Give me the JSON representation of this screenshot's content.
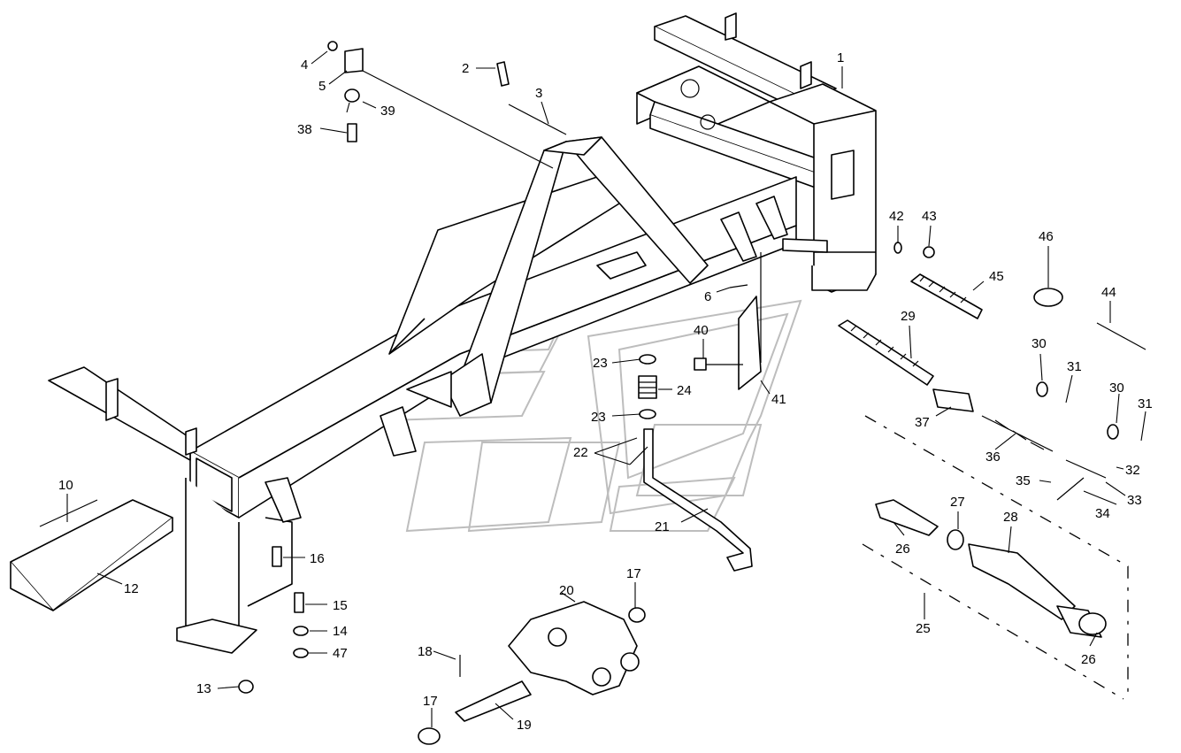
{
  "diagram": {
    "colors": {
      "line": "#000000",
      "watermark": "#bdbdbd",
      "background": "#ffffff"
    },
    "callouts": [
      {
        "id": "c1",
        "text": "1"
      },
      {
        "id": "c2",
        "text": "2"
      },
      {
        "id": "c3",
        "text": "3"
      },
      {
        "id": "c4",
        "text": "4"
      },
      {
        "id": "c5",
        "text": "5"
      },
      {
        "id": "c6",
        "text": "6"
      },
      {
        "id": "c10",
        "text": "10"
      },
      {
        "id": "c12",
        "text": "12"
      },
      {
        "id": "c13",
        "text": "13"
      },
      {
        "id": "c14",
        "text": "14"
      },
      {
        "id": "c15",
        "text": "15"
      },
      {
        "id": "c16",
        "text": "16"
      },
      {
        "id": "c17a",
        "text": "17"
      },
      {
        "id": "c17b",
        "text": "17"
      },
      {
        "id": "c18",
        "text": "18"
      },
      {
        "id": "c19",
        "text": "19"
      },
      {
        "id": "c20",
        "text": "20"
      },
      {
        "id": "c21",
        "text": "21"
      },
      {
        "id": "c22",
        "text": "22"
      },
      {
        "id": "c23a",
        "text": "23"
      },
      {
        "id": "c23b",
        "text": "23"
      },
      {
        "id": "c24",
        "text": "24"
      },
      {
        "id": "c25",
        "text": "25"
      },
      {
        "id": "c26a",
        "text": "26"
      },
      {
        "id": "c26b",
        "text": "26"
      },
      {
        "id": "c27",
        "text": "27"
      },
      {
        "id": "c28",
        "text": "28"
      },
      {
        "id": "c29",
        "text": "29"
      },
      {
        "id": "c30a",
        "text": "30"
      },
      {
        "id": "c30b",
        "text": "30"
      },
      {
        "id": "c31a",
        "text": "31"
      },
      {
        "id": "c31b",
        "text": "31"
      },
      {
        "id": "c32",
        "text": "32"
      },
      {
        "id": "c33",
        "text": "33"
      },
      {
        "id": "c34",
        "text": "34"
      },
      {
        "id": "c35",
        "text": "35"
      },
      {
        "id": "c36",
        "text": "36"
      },
      {
        "id": "c37",
        "text": "37"
      },
      {
        "id": "c38",
        "text": "38"
      },
      {
        "id": "c39",
        "text": "39"
      },
      {
        "id": "c40",
        "text": "40"
      },
      {
        "id": "c41",
        "text": "41"
      },
      {
        "id": "c42",
        "text": "42"
      },
      {
        "id": "c43",
        "text": "43"
      },
      {
        "id": "c44",
        "text": "44"
      },
      {
        "id": "c45",
        "text": "45"
      },
      {
        "id": "c46",
        "text": "46"
      },
      {
        "id": "c47",
        "text": "47"
      }
    ]
  }
}
